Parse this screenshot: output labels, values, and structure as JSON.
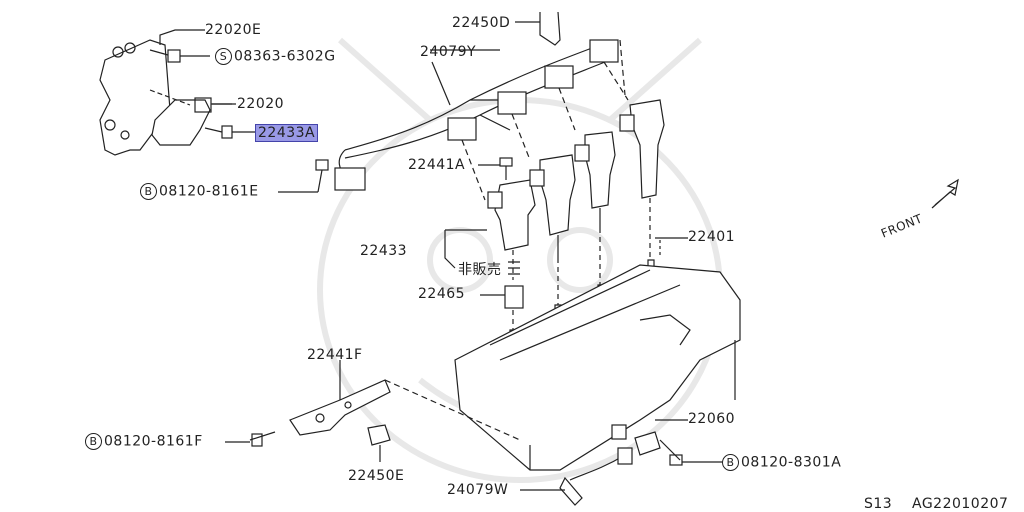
{
  "labels": {
    "p22020E": "22020E",
    "p08363": "08363-6302G",
    "p08363_prefix": "S",
    "p22020": "22020",
    "p22433A": "22433A",
    "p22450D": "22450D",
    "p24079Y": "24079Y",
    "p22441A": "22441A",
    "p08120_8161E": "08120-8161E",
    "p08120_8161E_prefix": "B",
    "p22433": "22433",
    "p_not_for_sale": "非販売",
    "p22465": "22465",
    "p22401": "22401",
    "p22441F": "22441F",
    "p08120_8161F": "08120-8161F",
    "p08120_8161F_prefix": "B",
    "p22450E": "22450E",
    "p22060": "22060",
    "p08120_8301A": "08120-8301A",
    "p08120_8301A_prefix": "B",
    "p24079W": "24079W"
  },
  "front_label": "FRONT",
  "footer": {
    "model": "S13",
    "code": "AG22010207"
  },
  "colors": {
    "line": "#222222",
    "highlight": "#9999e6",
    "watermark": "#ececec"
  }
}
